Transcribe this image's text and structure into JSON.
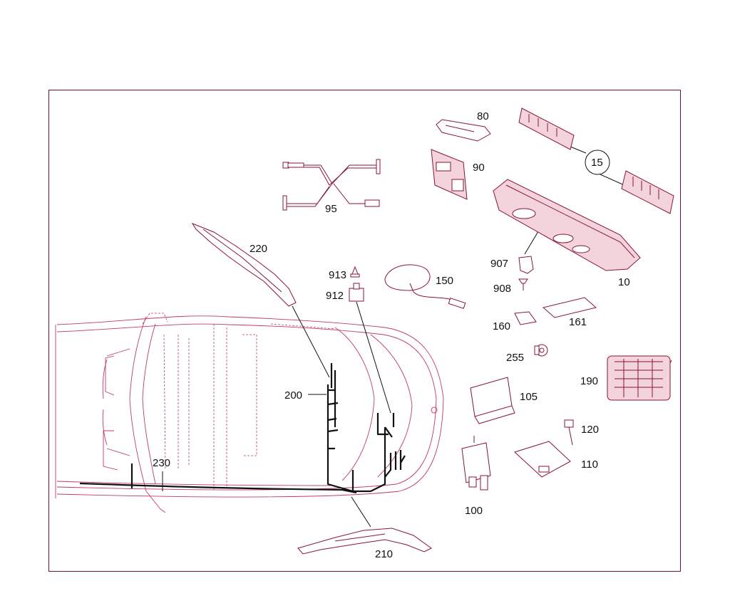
{
  "diagram": {
    "callouts": {
      "c10": "10",
      "c15": "15",
      "c80": "80",
      "c90": "90",
      "c95": "95",
      "c100": "100",
      "c105": "105",
      "c110": "110",
      "c120": "120",
      "c150": "150",
      "c160": "160",
      "c161": "161",
      "c190": "190",
      "c200": "200",
      "c210": "210",
      "c220": "220",
      "c230": "230",
      "c255": "255",
      "c907": "907",
      "c908": "908",
      "c912": "912",
      "c913": "913"
    }
  },
  "colors": {
    "frame": "#7a1030",
    "part_line": "#8a1535",
    "vehicle_outline": "#c23a62",
    "harness": "#111111"
  }
}
